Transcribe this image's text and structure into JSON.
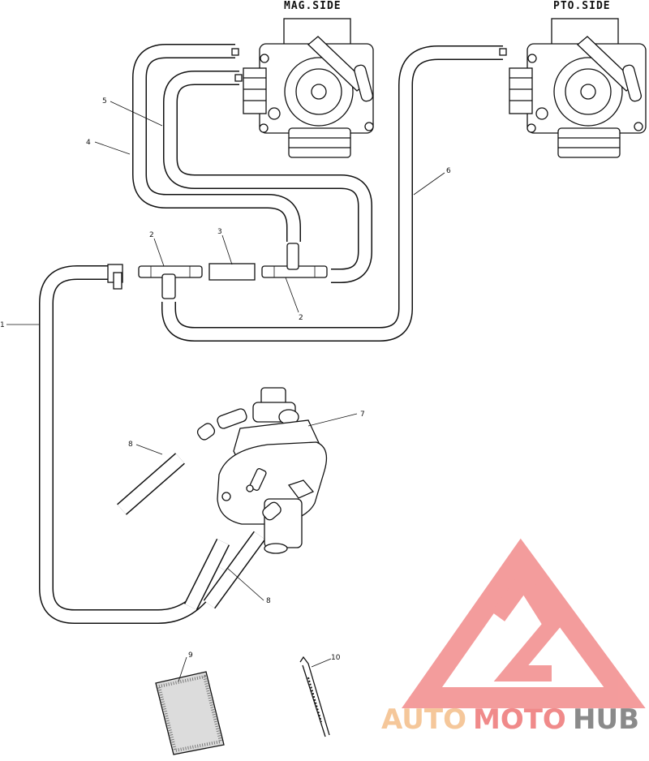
{
  "headers": {
    "mag_side": "MAG.SIDE",
    "pto_side": "PTO.SIDE"
  },
  "callouts": {
    "c1": "1",
    "c2a": "2",
    "c2b": "2",
    "c3": "3",
    "c4": "4",
    "c5": "5",
    "c6": "6",
    "c7": "7",
    "c8a": "8",
    "c8b": "8",
    "c9": "9",
    "c10": "10"
  },
  "watermark": {
    "part1": "AUTO",
    "part2": "MOTO",
    "part3": "HUB",
    "colors": {
      "auto": "#f5c79a",
      "moto": "#f08a8a",
      "hub": "#8a8a8a",
      "logo": "#f28b8b"
    }
  }
}
